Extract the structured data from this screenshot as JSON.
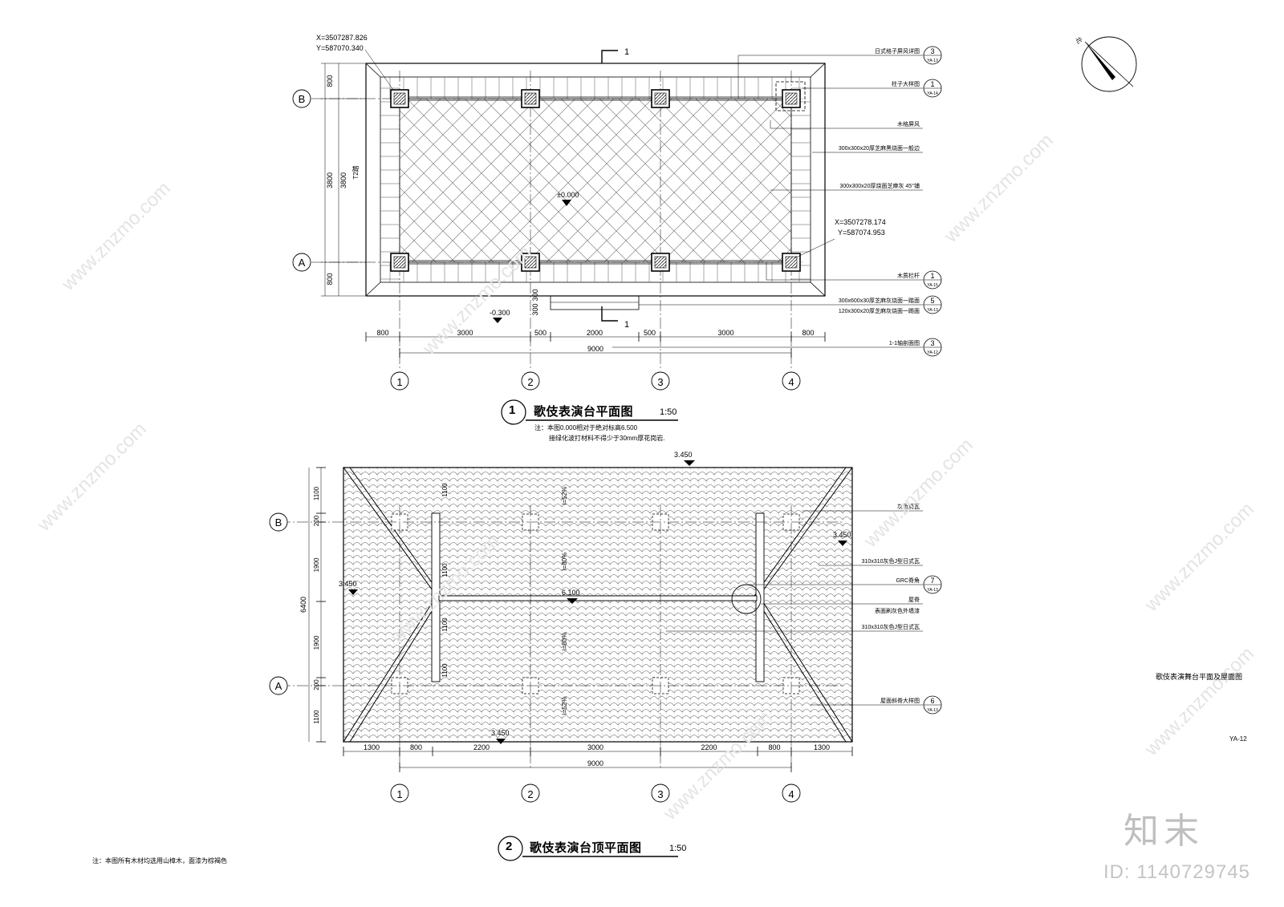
{
  "plan": {
    "title": "歌伎表演台平面图",
    "scale": "1:50",
    "detail_no": "1",
    "notes": [
      "注：本图0.000相对于绝对标高6.500",
      "接绿化波打材料不得少于30mm厚花岗岩."
    ],
    "coord_top": {
      "x": "X=3507287.826",
      "y": "Y=587070.340"
    },
    "coord_right": {
      "x": "X=3507278.174",
      "y": "Y=587074.953"
    },
    "elev_center": "±0.000",
    "elev_left": "-0.300",
    "axes_letters": [
      "B",
      "A"
    ],
    "axes_numbers": [
      "1",
      "2",
      "3",
      "4"
    ],
    "dims_bottom": [
      "800",
      "3000",
      "500",
      "2000",
      "500",
      "3000",
      "800"
    ],
    "dim_total": "9000",
    "dims_left": [
      "800",
      "3800",
      "3800",
      "800"
    ],
    "step_dims": [
      "300",
      "300"
    ],
    "section_mark": "1",
    "step_label": "T2踏",
    "callouts": [
      {
        "text": "日式格子屏风详图",
        "num": "3",
        "sheet": "YA-13"
      },
      {
        "text": "柱子大样图",
        "num": "1",
        "sheet": "YA-14"
      },
      {
        "text": "木格屏风",
        "num": "",
        "sheet": ""
      },
      {
        "text": "300x300x20厚芝麻黑烧面一般边",
        "num": "",
        "sheet": ""
      },
      {
        "text": "300x300x20厚烧面芝麻灰 45°铺",
        "num": "",
        "sheet": ""
      },
      {
        "text": "木质栏杆",
        "num": "1",
        "sheet": "YA-15"
      },
      {
        "text": "300x600x30厚芝麻灰烧面一踏面",
        "num": "5",
        "sheet": "YA-13"
      },
      {
        "text": "120x300x20厚芝麻灰烧面一踢面",
        "num": "",
        "sheet": ""
      },
      {
        "text": "1-1轴剖面图",
        "num": "3",
        "sheet": "YA-12"
      }
    ]
  },
  "roof": {
    "title": "歌伎表演台顶平面图",
    "scale": "1:50",
    "detail_no": "2",
    "elev_top": "3.450",
    "elev_right": "3.450",
    "elev_left": "3.450",
    "elev_bottom": "3.450",
    "elev_ridge": "6.100",
    "slope_labels": [
      "i=52%",
      "i=80%",
      "i=80%",
      "i=52%"
    ],
    "axes_letters": [
      "B",
      "A"
    ],
    "axes_numbers": [
      "1",
      "2",
      "3",
      "4"
    ],
    "dims_bottom": [
      "1300",
      "800",
      "2200",
      "3000",
      "2200",
      "800",
      "1300"
    ],
    "dim_total": "9000",
    "dims_left": [
      "1100",
      "200",
      "1900",
      "1900",
      "200",
      "1100"
    ],
    "dim_left_total": "6400",
    "inner_dims": [
      "1100",
      "1100",
      "1100",
      "1100"
    ],
    "callouts": [
      {
        "text": "灰色筒瓦",
        "num": "",
        "sheet": ""
      },
      {
        "text": "310x310灰色J型日式瓦",
        "num": "",
        "sheet": ""
      },
      {
        "text": "GRC脊角",
        "num": "7",
        "sheet": "YA-13"
      },
      {
        "text": "屋脊",
        "num": "",
        "sheet": ""
      },
      {
        "text": "表面刷灰色外墙漆",
        "num": "",
        "sheet": ""
      },
      {
        "text": "310x310灰色J型日式瓦",
        "num": "",
        "sheet": ""
      },
      {
        "text": "屋面斜脊大样图",
        "num": "6",
        "sheet": "YA-13"
      }
    ]
  },
  "north_label": "北",
  "sheet_title": "歌伎表演舞台平面及屋面图",
  "sheet_no": "YA-12",
  "footer_note": "注：本图所有木材均选用山樟木，面漆为棕褐色",
  "watermark": {
    "logo": "知末",
    "id": "ID: 1140729745",
    "site": "www.znzmo.com"
  }
}
